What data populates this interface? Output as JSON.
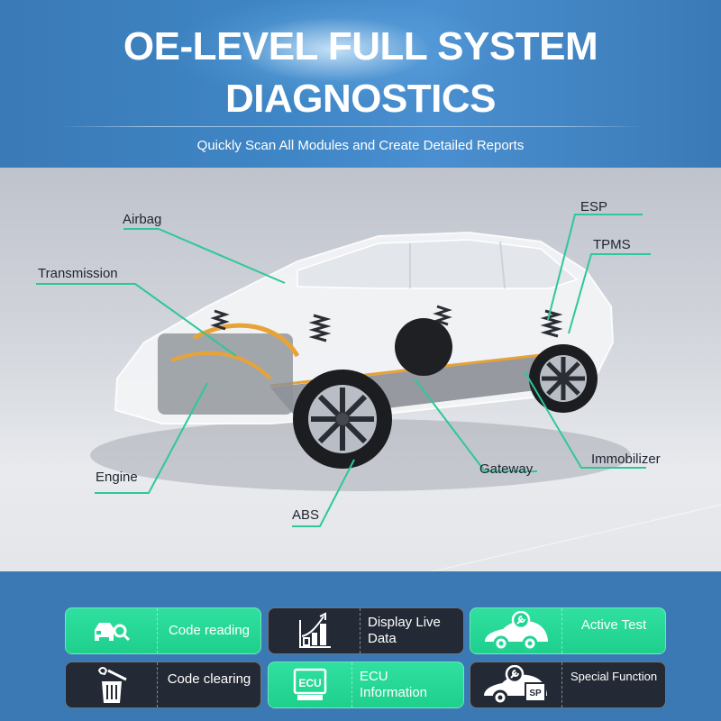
{
  "header": {
    "title_line1": "OE-LEVEL FULL SYSTEM",
    "title_line2": "DIAGNOSTICS",
    "subtitle": "Quickly Scan All Modules and Create Detailed Reports"
  },
  "scene": {
    "leader_color": "#2fc79a",
    "labels": {
      "airbag": "Airbag",
      "transmission": "Transmission",
      "engine": "Engine",
      "abs": "ABS",
      "gateway": "Gateway",
      "immobilizer": "Immobilizer",
      "esp": "ESP",
      "tpms": "TPMS"
    }
  },
  "features": {
    "code_reading": {
      "label": "Code reading",
      "icon": "car-search-icon",
      "style": "green"
    },
    "display_live_data": {
      "label": "Display Live Data",
      "icon": "bar-chart-up-icon",
      "style": "dark"
    },
    "active_test": {
      "label": "Active Test",
      "icon": "car-wrench-icon",
      "style": "green"
    },
    "code_clearing": {
      "label": "Code clearing",
      "icon": "trash-icon",
      "style": "dark"
    },
    "ecu_information": {
      "label": "ECU Information",
      "icon": "ecu-chip-icon",
      "icon_text": "ECU",
      "style": "green"
    },
    "special_function": {
      "label": "Special Function",
      "icon": "car-wrench-sp-icon",
      "icon_text": "SP",
      "style": "dark"
    }
  }
}
